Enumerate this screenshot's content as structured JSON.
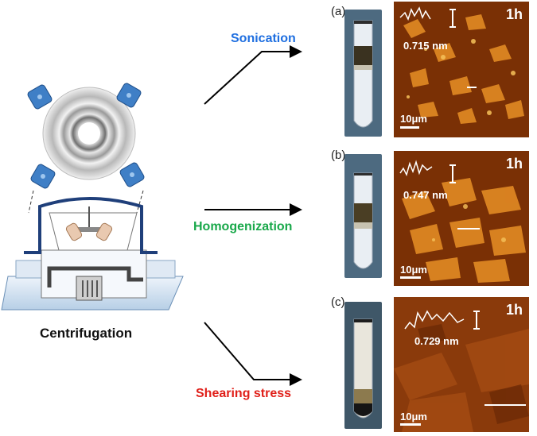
{
  "methods": {
    "sonication": {
      "label": "Sonication",
      "color": "#1f6fe0"
    },
    "homogenization": {
      "label": "Homogenization",
      "color": "#19a84a"
    },
    "shearing": {
      "label": "Shearing stress",
      "color": "#e0201a"
    }
  },
  "centrifugation_label": "Centrifugation",
  "panels": [
    {
      "label": "(a)",
      "time": "1h",
      "height": "0.715 nm",
      "scale": "10μm"
    },
    {
      "label": "(b)",
      "time": "1h",
      "height": "0.747 nm",
      "scale": "10μm"
    },
    {
      "label": "(c)",
      "time": "1h",
      "height": "0.729 nm",
      "scale": "10μm"
    }
  ]
}
